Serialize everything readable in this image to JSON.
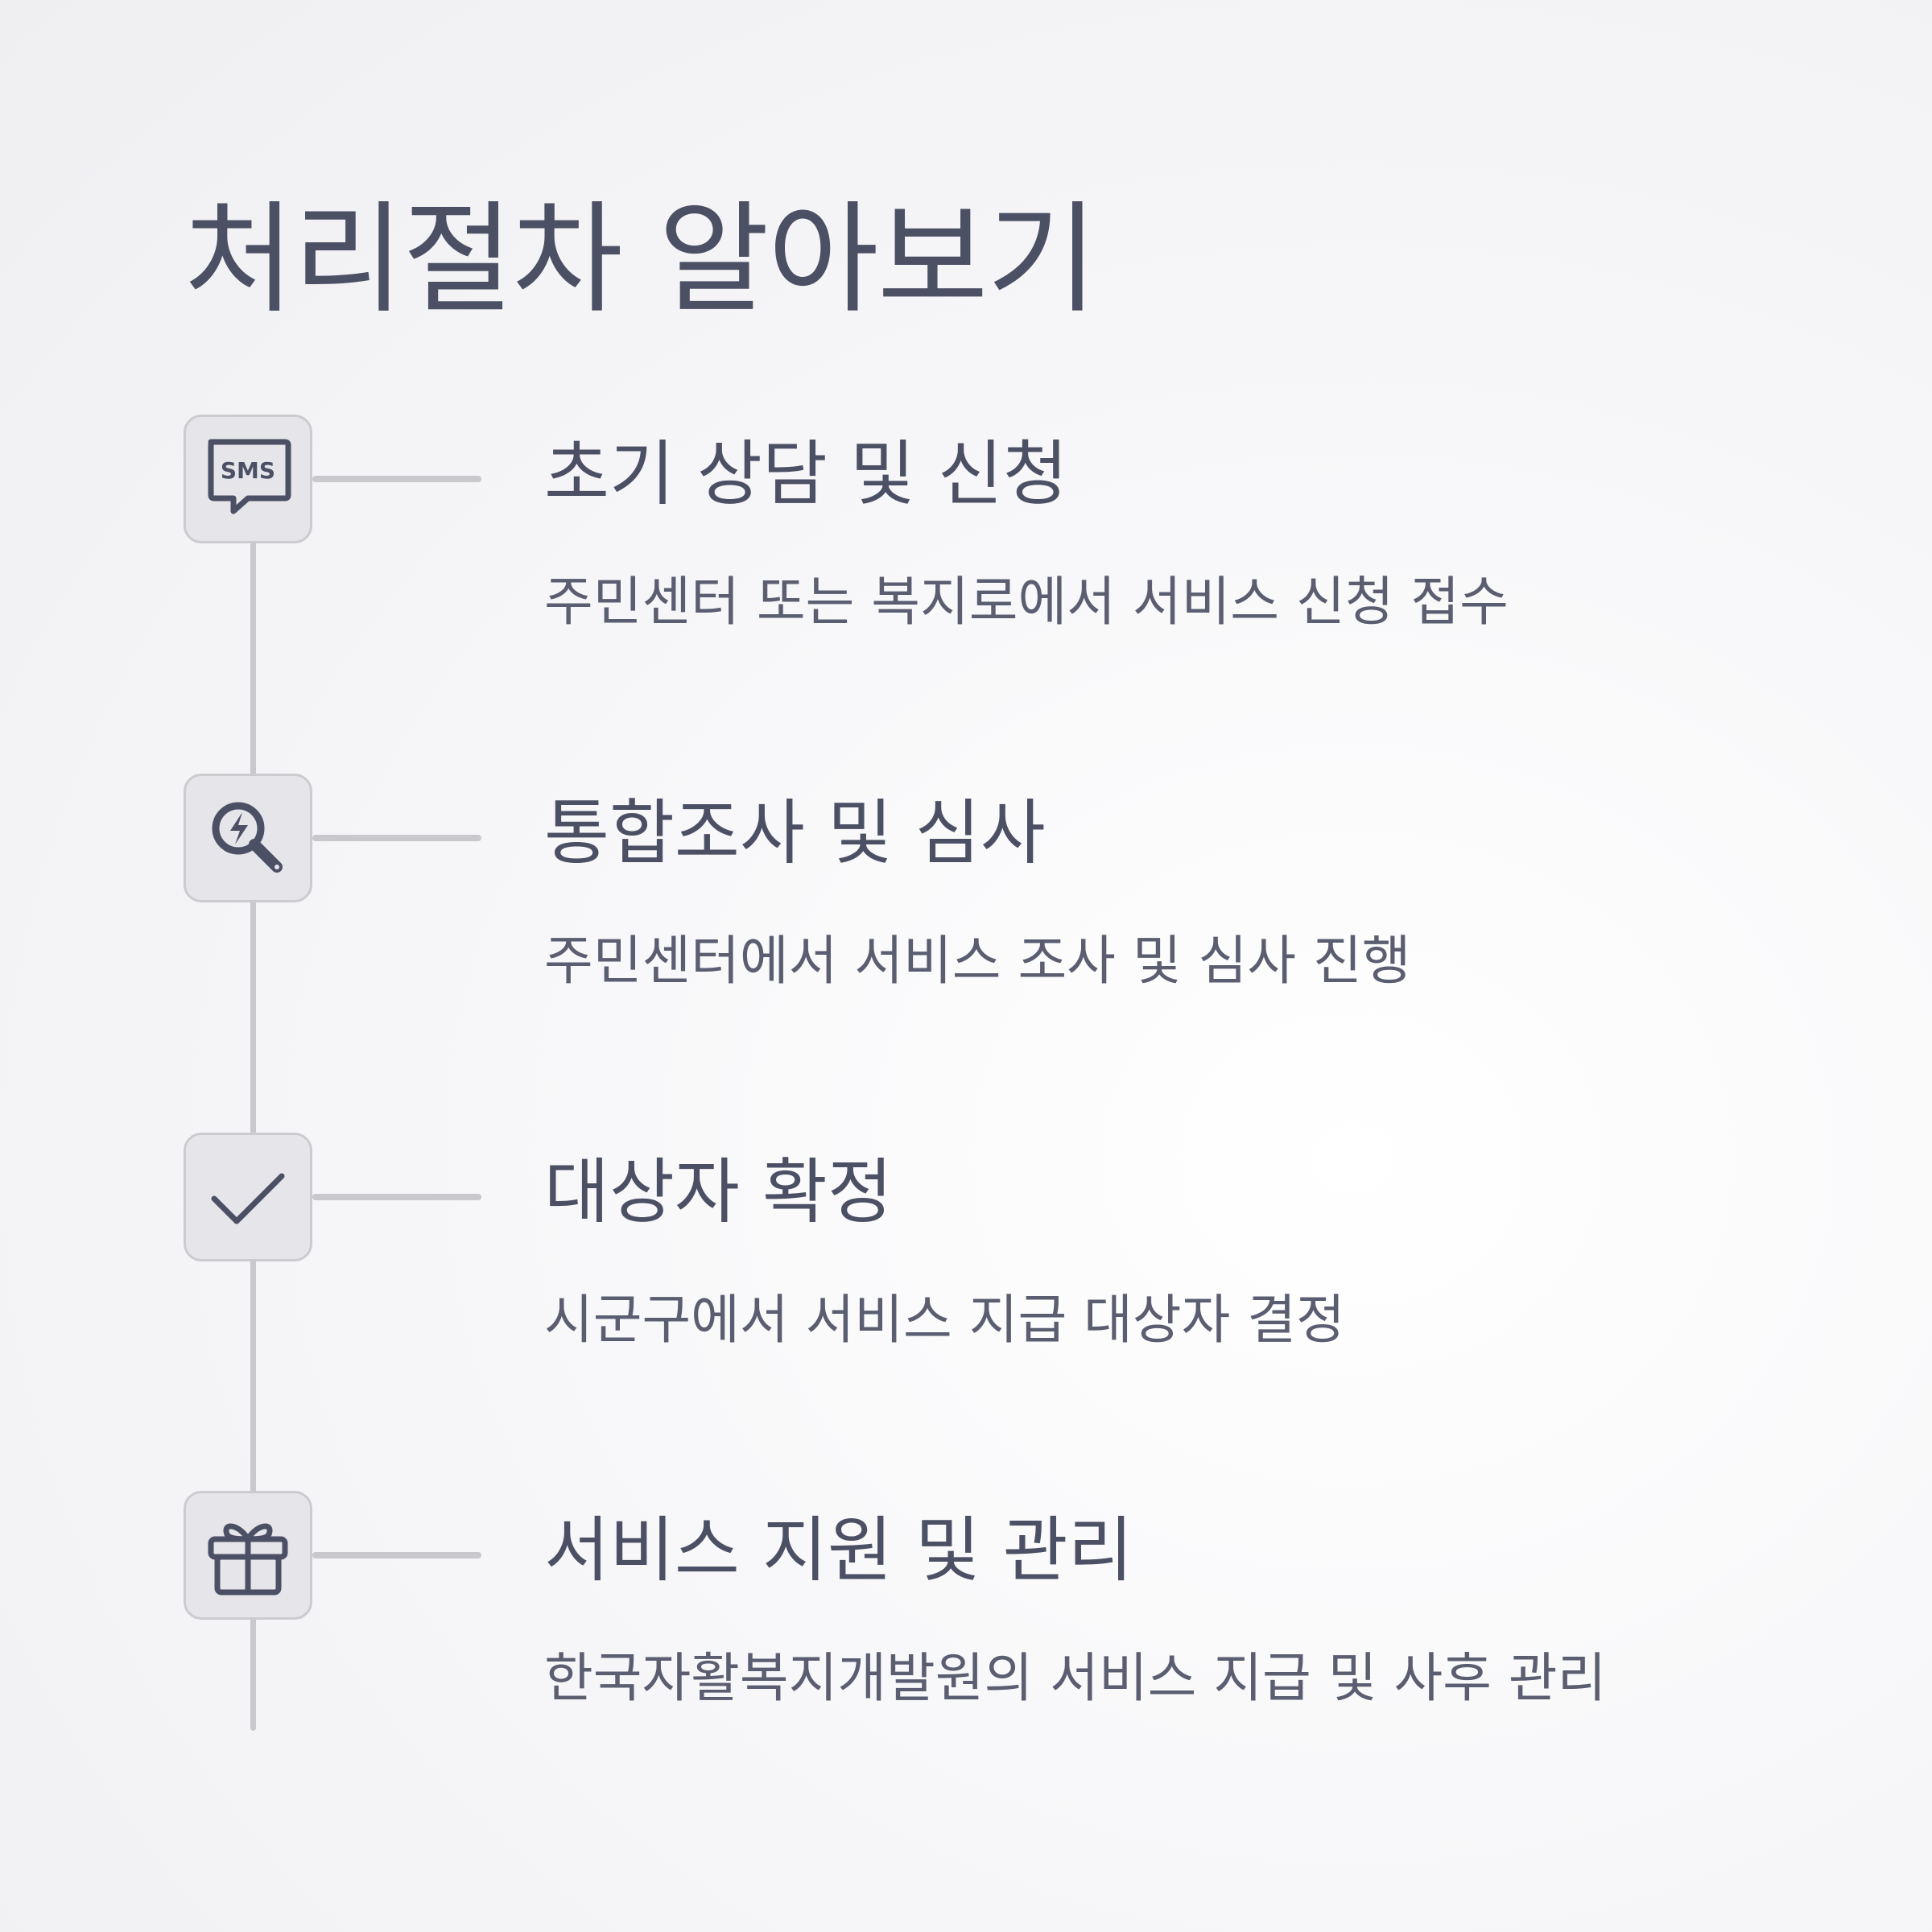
{
  "page": {
    "title": "처리절차 알아보기"
  },
  "steps": [
    {
      "icon": "sms-message-icon",
      "icon_text": "SMS",
      "title": "초기 상담 및 신청",
      "description": "주민센터 또는 복지로에서 서비스 신청 접수"
    },
    {
      "icon": "search-lightning-icon",
      "title": "통합조사 및 심사",
      "description": "주민센터에서 서비스 조사 및 심사 진행"
    },
    {
      "icon": "checkmark-icon",
      "title": "대상자 확정",
      "description": "시군구에서 서비스 지급 대상자 결정"
    },
    {
      "icon": "gift-icon",
      "title": "서비스 지원 및 관리",
      "description": "한국자활복지개발원의 서비스 지급 및 사후 관리"
    }
  ],
  "colors": {
    "text": "#4b5064",
    "line": "#c8c8cd",
    "icon_box": "#e5e5ea"
  }
}
